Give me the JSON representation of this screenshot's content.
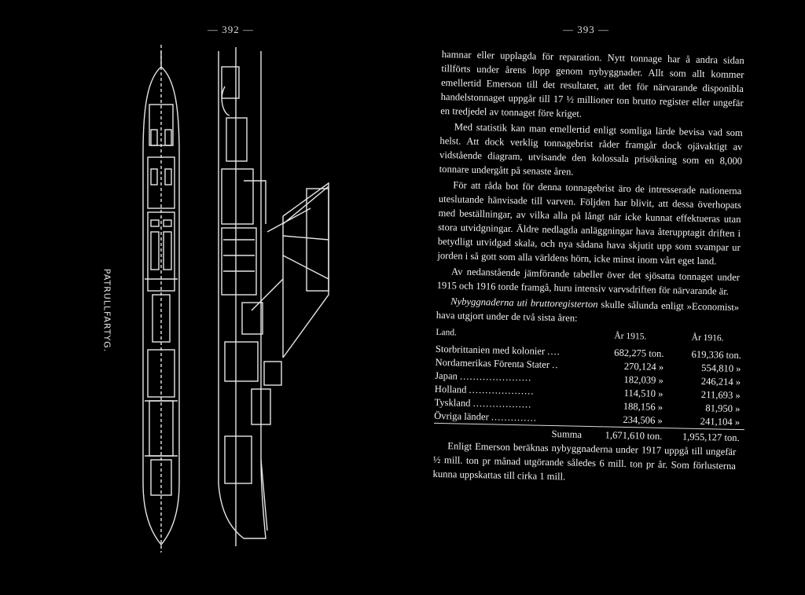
{
  "left_page": {
    "page_number": "— 392 —",
    "side_caption": "PATRULLFARTYG."
  },
  "right_page": {
    "page_number": "— 393 —",
    "paragraphs": [
      "hamnar eller upplagda för reparation. Nytt tonnage har å andra sidan tillförts under årens lopp genom nybyggnader. Allt som allt kommer emellertid Emerson till det resultatet, att det för närvarande disponibla handelstonnaget uppgår till 17 ½ millioner ton brutto register eller ungefär en tredjedel av tonnaget före kriget.",
      "Med statistik kan man emellertid enligt somliga lärde bevisa vad som helst. Att dock verklig tonnagebrist råder framgår dock ojävaktigt av vidstående diagram, utvisande den kolossala prisökning som en 8,000 tonnare undergått på senaste åren.",
      "För att råda bot för denna tonnagebrist äro de intresserade nationerna uteslutande hänvisade till varven. Följden har blivit, att dessa överhopats med beställningar, av vilka alla på långt när icke kunnat effektueras utan stora utvidgningar. Äldre nedlagda anläggningar hava återupptagit driften i betydligt utvidgad skala, och nya sådana hava skjutit upp som svampar ur jorden i så gott som alla världens hörn, icke minst inom vårt eget land.",
      "Av nedanstående jämförande tabeller över det sjösatta tonnaget under 1915 och 1916 torde framgå, huru intensiv varvsdriften för närvarande är."
    ],
    "intro_italic": "Nybyggnaderna uti bruttoregisterton",
    "intro_rest": " skulle sålunda enligt »Economist» hava utgjort under de två sista åren:",
    "table": {
      "headers": [
        "Land.",
        "År 1915.",
        "År 1916."
      ],
      "rows": [
        {
          "land": "Storbrittanien med kolonier",
          "dots": "....",
          "y1915": "682,275 ton.",
          "y1916": "619,336 ton."
        },
        {
          "land": "Nordamerikas Förenta Stater",
          "dots": "..",
          "y1915": "270,124 »",
          "y1916": "554,810 »"
        },
        {
          "land": "Japan",
          "dots": "......................",
          "y1915": "182,039 »",
          "y1916": "246,214 »"
        },
        {
          "land": "Holland",
          "dots": "....................",
          "y1915": "114,510 »",
          "y1916": "211,693 »"
        },
        {
          "land": "Tyskland",
          "dots": "..................",
          "y1915": "188,156 »",
          "y1916": "81,950 »"
        },
        {
          "land": "Övriga länder",
          "dots": "..............",
          "y1915": "234,506 »",
          "y1916": "241,104 »"
        }
      ],
      "sum_label": "Summa",
      "sum_1915": "1,671,610 ton.",
      "sum_1916": "1,955,127 ton."
    },
    "closing": "Enligt Emerson beräknas nybyggnaderna under 1917 uppgå till ungefär ½ mill. ton pr månad utgörande således 6 mill. ton pr år. Som förlusterna kunna uppskattas till cirka 1 mill."
  }
}
